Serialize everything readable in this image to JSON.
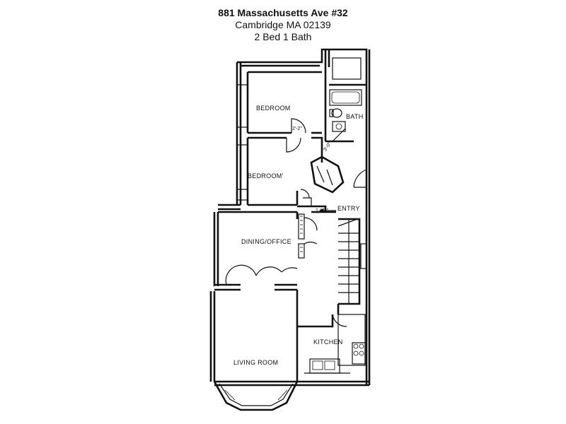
{
  "listing": {
    "address": "881 Massachusetts Ave #32",
    "city_line": "Cambridge MA 02139",
    "summary": "2 Bed 1 Bath"
  },
  "rooms": {
    "bedroom1": "BEDROOM",
    "bedroom2": "BEDROOM'",
    "bath": "BATH",
    "entry": "ENTRY",
    "dining": "DINING/OFFICE",
    "kitchen": "KITCHEN",
    "living": "LIVING ROOM"
  },
  "dimensions": {
    "closet_width": "2'-2\"",
    "hall_width": "3'-0\"",
    "entry_width": "1 1/2\""
  }
}
